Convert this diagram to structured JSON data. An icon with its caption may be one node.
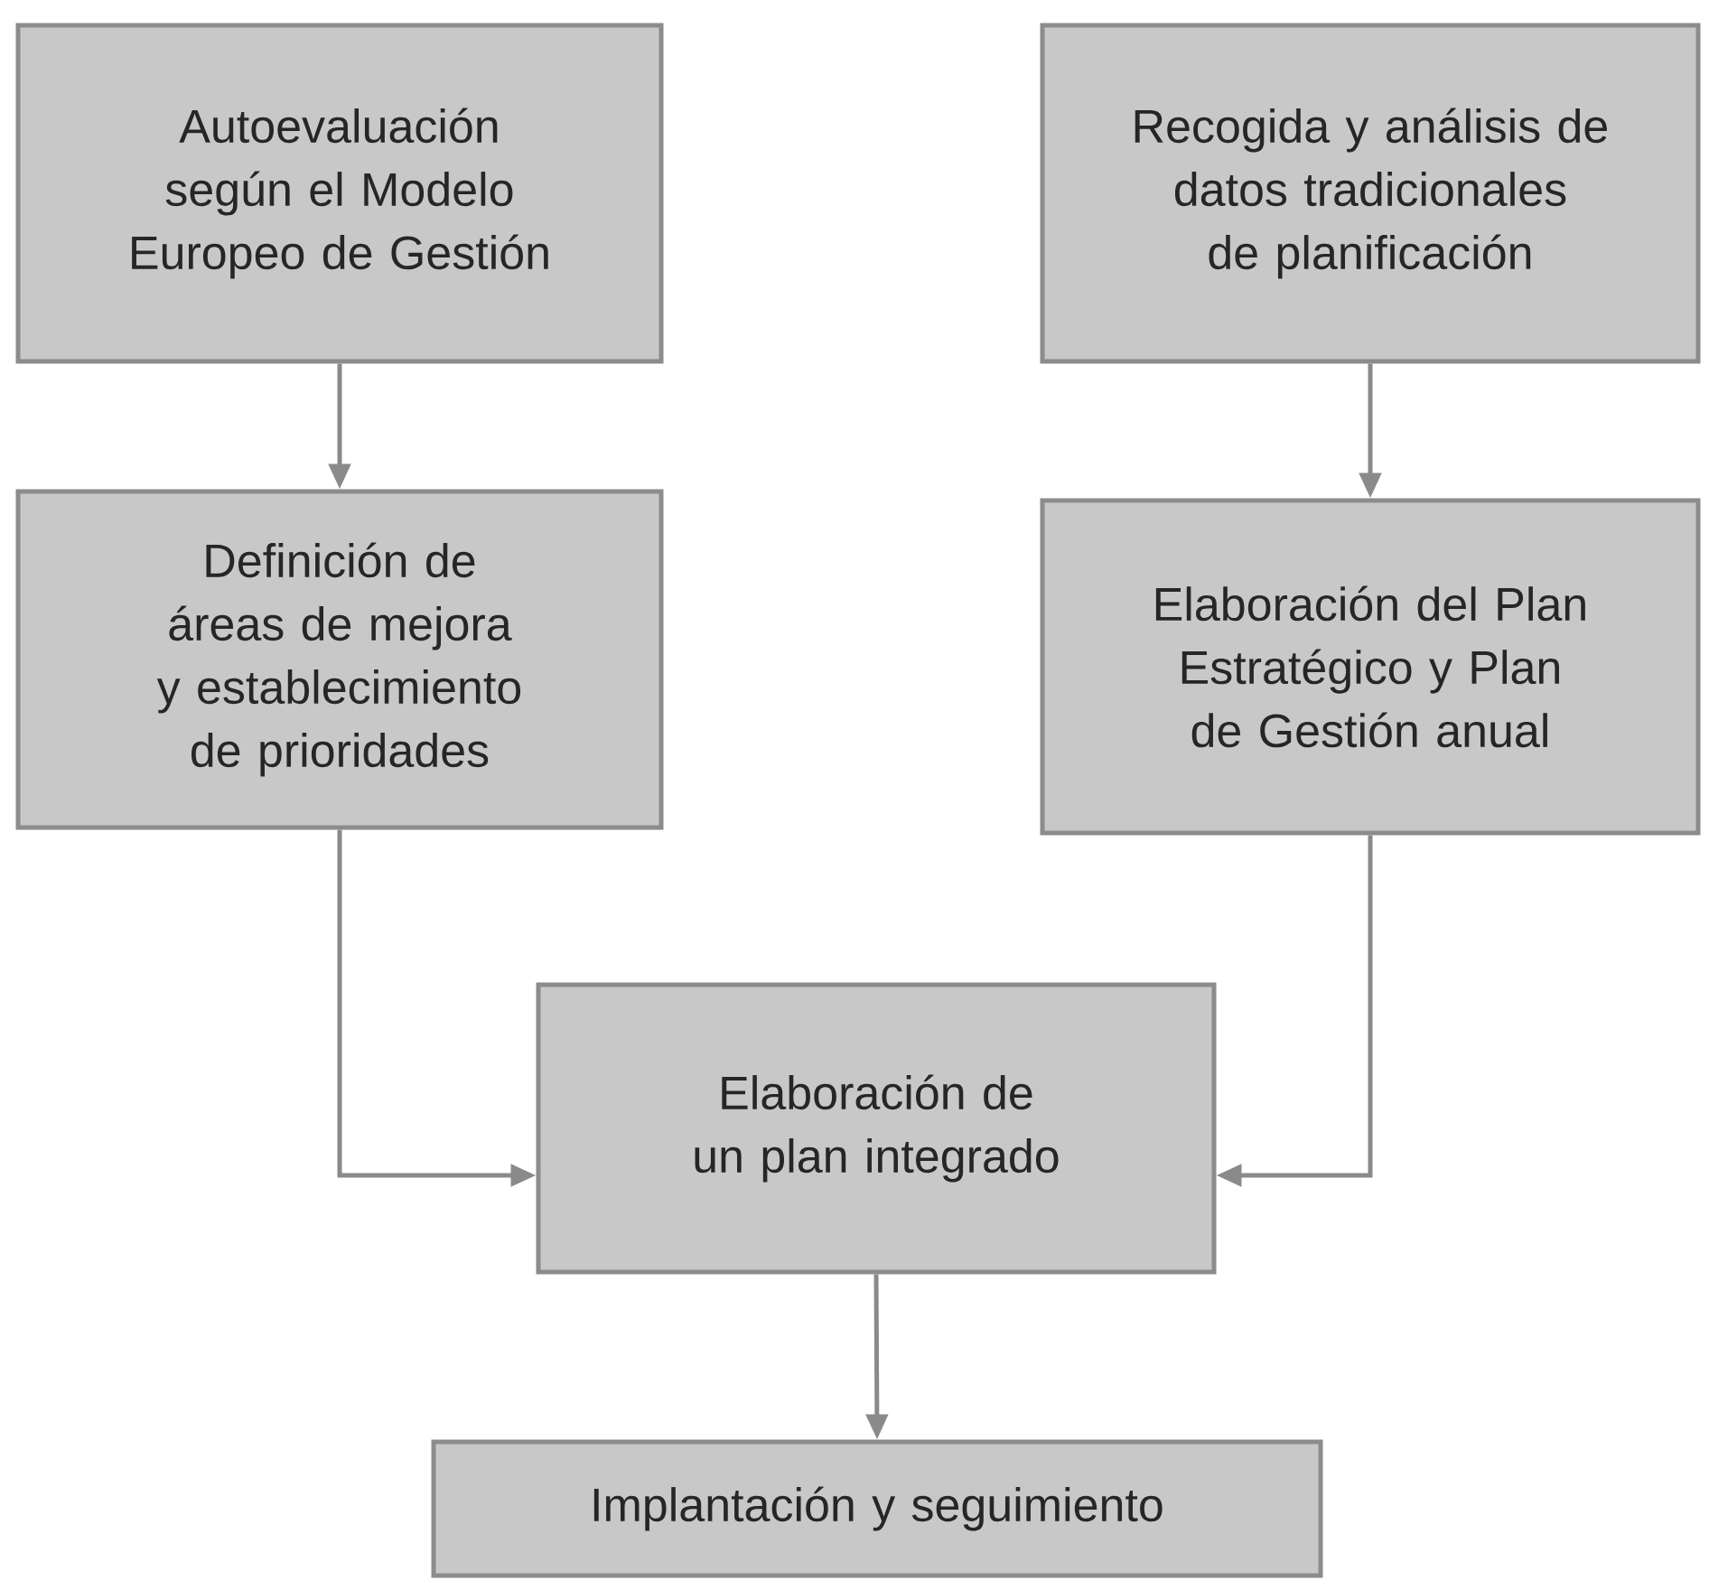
{
  "diagram": {
    "nodes": [
      {
        "text": [
          "Autoevaluación según el Modelo Europeo de Gestión"
        ]
      },
      {
        "text": [
          "Recogida y análisis de datos tradicionales de planificación"
        ]
      },
      {
        "text": [
          "Definición de áreas de mejora y establecimiento de prioridades"
        ]
      },
      {
        "text": [
          "Elaboración del Plan Estratégico y Plan de Gestión anual"
        ]
      },
      {
        "text": [
          "Elaboración de un plan integrado"
        ]
      },
      {
        "text": [
          "Implantación y seguimiento"
        ]
      }
    ],
    "edges": [
      {
        "from": 0,
        "to": 2,
        "arrow": "to"
      },
      {
        "from": 1,
        "to": 3,
        "arrow": "to"
      },
      {
        "from": 2,
        "to": 4,
        "arrow": "to"
      },
      {
        "from": 3,
        "to": 4,
        "arrow": "to"
      },
      {
        "from": 4,
        "to": 5,
        "arrow": "to"
      }
    ]
  }
}
